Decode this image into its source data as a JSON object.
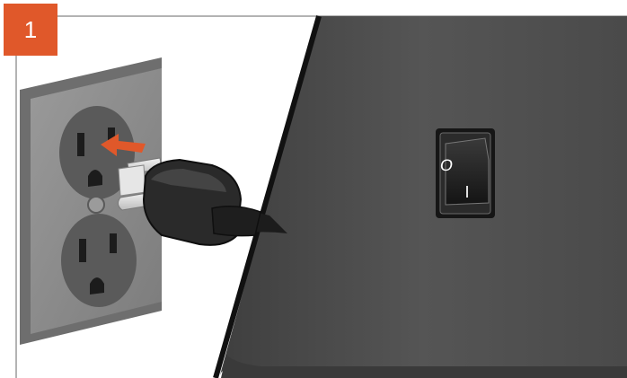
{
  "step": {
    "number": "1"
  },
  "switch": {
    "off_label": "O",
    "on_label": "I"
  },
  "icons": {
    "badge": "step-number-badge",
    "outlet": "wall-outlet-icon",
    "plug": "power-plug-icon",
    "arrow": "insert-arrow-icon",
    "switch": "rocker-switch-icon"
  },
  "colors": {
    "accent": "#e0582a",
    "outlet_plate": "#8a8a8a",
    "device_body": "#4a4a4a",
    "plug_body": "#2a2a2a"
  }
}
